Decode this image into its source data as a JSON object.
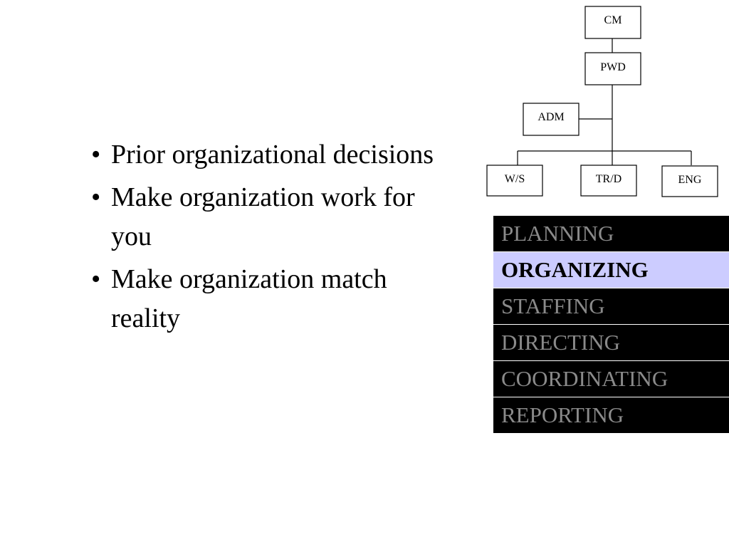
{
  "bullets": [
    "Prior organizational decisions",
    "Make organization work for you",
    "Make organization match reality"
  ],
  "bullet_symbol": "•",
  "org_chart": {
    "top": "CM",
    "second": "PWD",
    "staff": "ADM",
    "bottom": [
      "W/S",
      "TR/D",
      "ENG"
    ]
  },
  "phases": [
    {
      "label": "PLANNING",
      "active": false
    },
    {
      "label": "ORGANIZING",
      "active": true
    },
    {
      "label": "STAFFING",
      "active": false
    },
    {
      "label": "DIRECTING",
      "active": false
    },
    {
      "label": "COORDINATING",
      "active": false
    },
    {
      "label": "REPORTING",
      "active": false
    }
  ],
  "colors": {
    "active_bg": "#ccccff",
    "inactive_bg": "#000000",
    "inactive_text": "#8a8a8a"
  }
}
